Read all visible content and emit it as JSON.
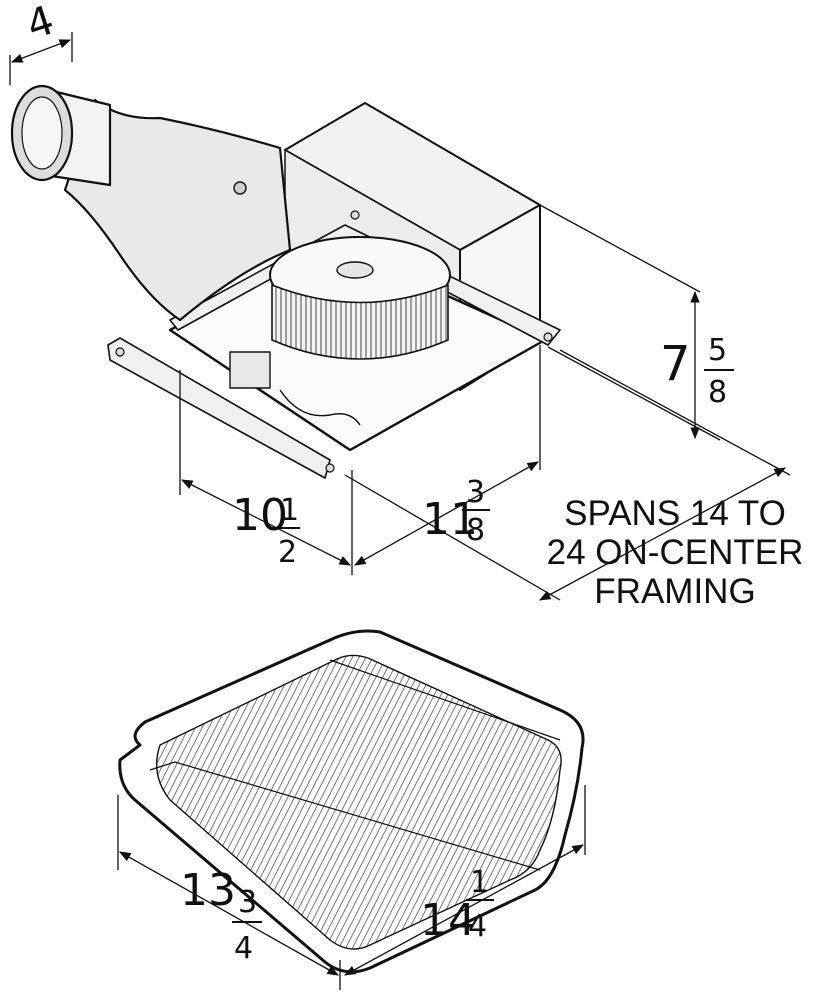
{
  "dimensions": {
    "duct": {
      "whole": "4"
    },
    "housing_width": {
      "whole": "10",
      "num": "1",
      "den": "2"
    },
    "housing_length": {
      "whole": "11",
      "num": "3",
      "den": "8"
    },
    "housing_height": {
      "whole": "7",
      "num": "5",
      "den": "8"
    },
    "grille_width": {
      "whole": "13",
      "num": "3",
      "den": "4"
    },
    "grille_length": {
      "whole": "14",
      "num": "1",
      "den": "4"
    }
  },
  "note": {
    "lines": [
      "SPANS 14 TO",
      "24 ON-CENTER",
      "FRAMING"
    ]
  }
}
